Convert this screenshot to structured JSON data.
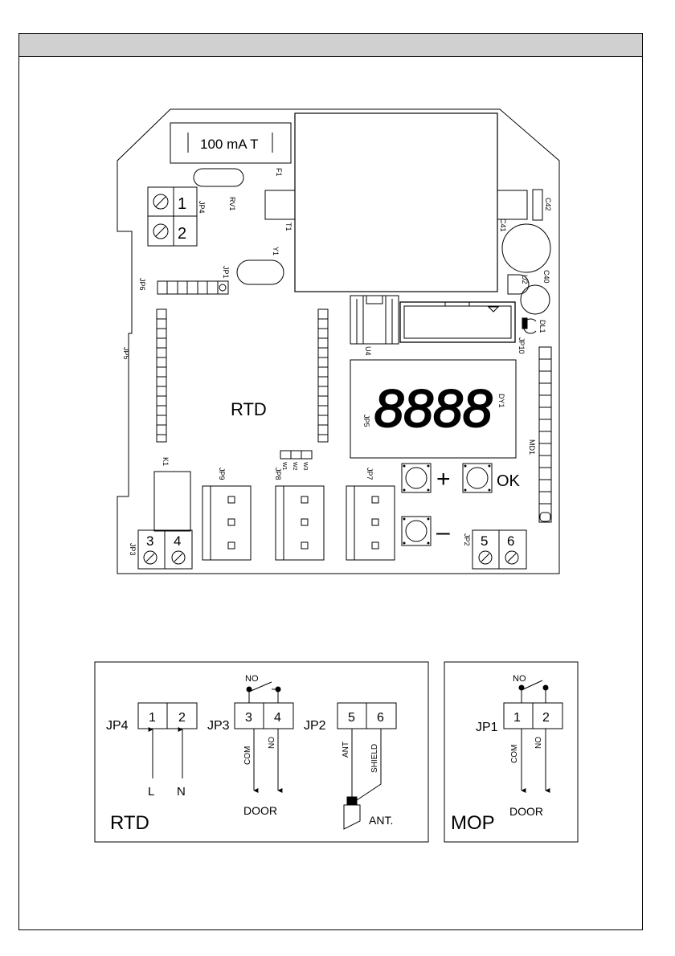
{
  "board": {
    "fuse_label": "100 mA T",
    "main_label": "RTD",
    "display_digits": "8888",
    "button_plus": "+",
    "button_ok": "OK",
    "button_minus": "–",
    "terminals": {
      "t1": "1",
      "t2": "2",
      "t3": "3",
      "t4": "4",
      "t5": "5",
      "t6": "6"
    },
    "refs": {
      "f1": "F1",
      "rv1": "RV1",
      "jp4": "JP4",
      "t1": "T1",
      "y1": "Y1",
      "jp1": "JP1",
      "jp6": "JP6",
      "jp5_side": "JP5",
      "c42": "C42",
      "c41": "C41",
      "c40": "C40",
      "u2": "U2",
      "dl1": "DL1",
      "jp10": "JP10",
      "u4": "U4",
      "dy1": "DY1",
      "jp5_disp": "JP5",
      "md1": "MD1",
      "k1": "K1",
      "jp9": "JP9",
      "jp8": "JP8",
      "jp7": "JP7",
      "jp3": "JP3",
      "jp2": "JP2",
      "w1": "W1",
      "w2": "W2",
      "w3": "W3"
    }
  },
  "rtd_wiring": {
    "title": "RTD",
    "jp4": {
      "label": "JP4",
      "t1": "1",
      "t2": "2",
      "wire1": "L",
      "wire2": "N"
    },
    "jp3": {
      "label": "JP3",
      "t3": "3",
      "t4": "4",
      "contact": "NO",
      "wire_com": "COM",
      "wire_no": "NO",
      "output": "DOOR"
    },
    "jp2": {
      "label": "JP2",
      "t5": "5",
      "t6": "6",
      "wire_ant": "ANT",
      "wire_shield": "SHIELD",
      "antenna": "ANT."
    }
  },
  "mop_wiring": {
    "title": "MOP",
    "jp1": {
      "label": "JP1",
      "t1": "1",
      "t2": "2",
      "contact": "NO",
      "wire_com": "COM",
      "wire_no": "NO",
      "output": "DOOR"
    }
  }
}
